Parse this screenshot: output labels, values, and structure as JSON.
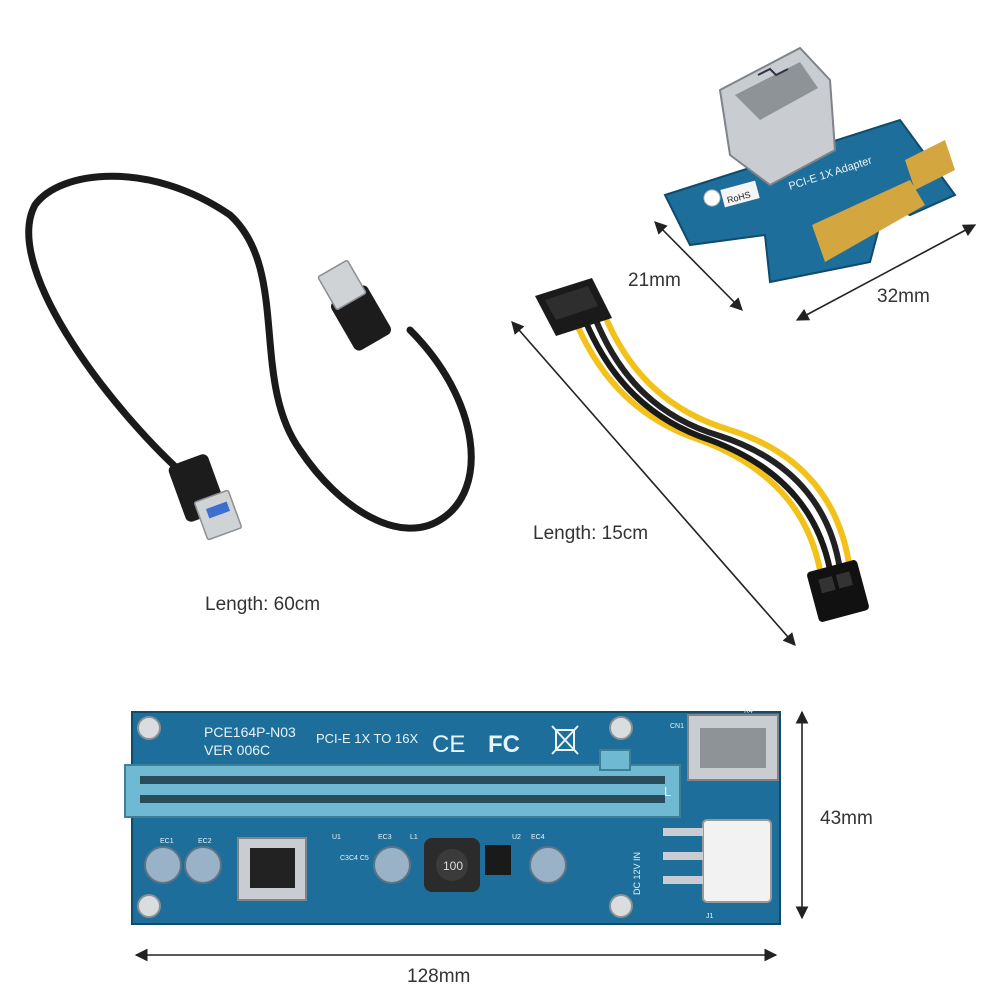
{
  "labels": {
    "usb_cable_length": "Length: 60cm",
    "power_cable_length": "Length: 15cm",
    "adapter_width": "21mm",
    "adapter_length": "32mm",
    "board_height": "43mm",
    "board_length": "128mm"
  },
  "pcb_text": {
    "model": "PCE164P-N03",
    "version": "VER 006C",
    "spec": "PCI-E 1X TO 16X",
    "ce": "CE",
    "fc": "FC",
    "adapter_name": "PCI-E 1X Adapter",
    "rohs": "RoHS",
    "inductor": "100",
    "dc_in": "DC 12V IN",
    "slot_mark": "L",
    "ec1": "EC1",
    "ec2": "EC2",
    "ec3": "EC3",
    "ec4": "EC4",
    "u1": "U1",
    "u2": "U2",
    "l1": "L1",
    "c3c4c5": "C3C4 C5",
    "cn1": "CN1",
    "r4": "R4",
    "j1": "J1"
  },
  "colors": {
    "pcb_blue": "#1d6e9a",
    "slot_blue": "#6fb9d3",
    "cable_black": "#1a1a1a",
    "wire_yellow": "#f2c21b",
    "gold": "#d4a640",
    "silver": "#c9cdd1"
  }
}
